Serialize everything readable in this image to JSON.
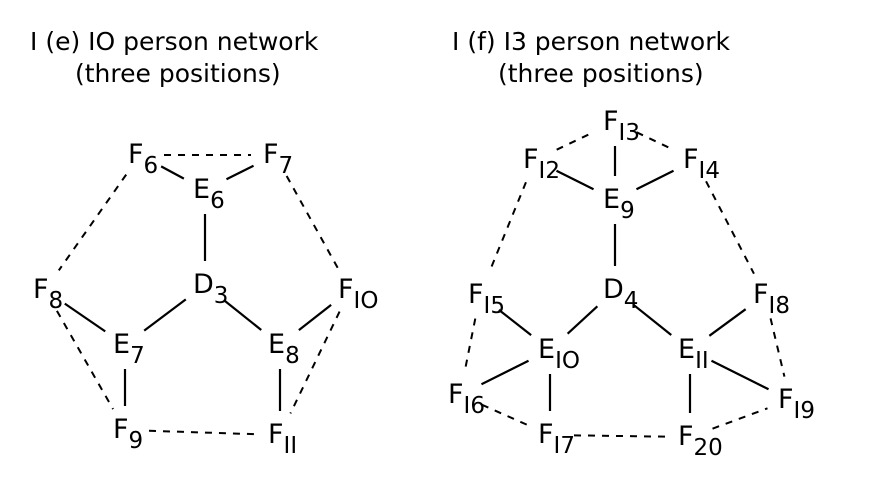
{
  "figures": [
    {
      "id": "e",
      "title": "I (e) IO person network",
      "subtitle": "(three positions)",
      "nodes": [
        {
          "id": "F6",
          "letter": "F",
          "index": "6"
        },
        {
          "id": "F7",
          "letter": "F",
          "index": "7"
        },
        {
          "id": "E6",
          "letter": "E",
          "index": "6"
        },
        {
          "id": "D3",
          "letter": "D",
          "index": "3"
        },
        {
          "id": "F8",
          "letter": "F",
          "index": "8"
        },
        {
          "id": "F10",
          "letter": "F",
          "index": "IO"
        },
        {
          "id": "E7",
          "letter": "E",
          "index": "7"
        },
        {
          "id": "E8",
          "letter": "E",
          "index": "8"
        },
        {
          "id": "F9",
          "letter": "F",
          "index": "9"
        },
        {
          "id": "F11",
          "letter": "F",
          "index": "II"
        }
      ],
      "edges": [
        {
          "from": "E6",
          "to": "F6",
          "style": "solid"
        },
        {
          "from": "E6",
          "to": "F7",
          "style": "solid"
        },
        {
          "from": "E6",
          "to": "D3",
          "style": "solid"
        },
        {
          "from": "D3",
          "to": "E7",
          "style": "solid"
        },
        {
          "from": "D3",
          "to": "E8",
          "style": "solid"
        },
        {
          "from": "E7",
          "to": "F8",
          "style": "solid"
        },
        {
          "from": "E7",
          "to": "F9",
          "style": "solid"
        },
        {
          "from": "E8",
          "to": "F10",
          "style": "solid"
        },
        {
          "from": "E8",
          "to": "F11",
          "style": "solid"
        },
        {
          "from": "F6",
          "to": "F7",
          "style": "dashed"
        },
        {
          "from": "F6",
          "to": "F8",
          "style": "dashed"
        },
        {
          "from": "F7",
          "to": "F10",
          "style": "dashed"
        },
        {
          "from": "F8",
          "to": "F9",
          "style": "dashed"
        },
        {
          "from": "F9",
          "to": "F11",
          "style": "dashed"
        },
        {
          "from": "F10",
          "to": "F11",
          "style": "dashed"
        }
      ]
    },
    {
      "id": "f",
      "title": "I (f) I3 person network",
      "subtitle": "(three positions)",
      "nodes": [
        {
          "id": "F13",
          "letter": "F",
          "index": "I3"
        },
        {
          "id": "F12",
          "letter": "F",
          "index": "I2"
        },
        {
          "id": "F14",
          "letter": "F",
          "index": "I4"
        },
        {
          "id": "E9",
          "letter": "E",
          "index": "9"
        },
        {
          "id": "D4",
          "letter": "D",
          "index": "4"
        },
        {
          "id": "F15",
          "letter": "F",
          "index": "I5"
        },
        {
          "id": "F18",
          "letter": "F",
          "index": "I8"
        },
        {
          "id": "E10",
          "letter": "E",
          "index": "IO"
        },
        {
          "id": "E11",
          "letter": "E",
          "index": "II"
        },
        {
          "id": "F16",
          "letter": "F",
          "index": "I6"
        },
        {
          "id": "F19",
          "letter": "F",
          "index": "I9"
        },
        {
          "id": "F17",
          "letter": "F",
          "index": "I7"
        },
        {
          "id": "F20",
          "letter": "F",
          "index": "20"
        }
      ],
      "edges": [
        {
          "from": "E9",
          "to": "F12",
          "style": "solid"
        },
        {
          "from": "E9",
          "to": "F13",
          "style": "solid"
        },
        {
          "from": "E9",
          "to": "F14",
          "style": "solid"
        },
        {
          "from": "E9",
          "to": "D4",
          "style": "solid"
        },
        {
          "from": "D4",
          "to": "E10",
          "style": "solid"
        },
        {
          "from": "D4",
          "to": "E11",
          "style": "solid"
        },
        {
          "from": "E10",
          "to": "F15",
          "style": "solid"
        },
        {
          "from": "E10",
          "to": "F16",
          "style": "solid"
        },
        {
          "from": "E10",
          "to": "F17",
          "style": "solid"
        },
        {
          "from": "E11",
          "to": "F18",
          "style": "solid"
        },
        {
          "from": "E11",
          "to": "F19",
          "style": "solid"
        },
        {
          "from": "E11",
          "to": "F20",
          "style": "solid"
        },
        {
          "from": "F12",
          "to": "F13",
          "style": "dashed"
        },
        {
          "from": "F13",
          "to": "F14",
          "style": "dashed"
        },
        {
          "from": "F12",
          "to": "F15",
          "style": "dashed"
        },
        {
          "from": "F14",
          "to": "F18",
          "style": "dashed"
        },
        {
          "from": "F15",
          "to": "F16",
          "style": "dashed"
        },
        {
          "from": "F18",
          "to": "F19",
          "style": "dashed"
        },
        {
          "from": "F16",
          "to": "F17",
          "style": "dashed"
        },
        {
          "from": "F17",
          "to": "F20",
          "style": "dashed"
        },
        {
          "from": "F20",
          "to": "F19",
          "style": "dashed"
        }
      ]
    }
  ]
}
